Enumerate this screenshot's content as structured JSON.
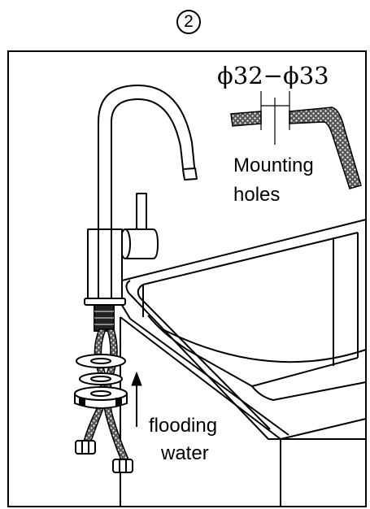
{
  "step": {
    "number": "2"
  },
  "labels": {
    "dimension": "ϕ32−ϕ33",
    "mounting_line1": "Mounting",
    "mounting_line2": "holes",
    "flooding_line1": "flooding",
    "flooding_line2": "water"
  },
  "colors": {
    "line": "#000000",
    "background": "#ffffff",
    "braid": "#444444"
  }
}
